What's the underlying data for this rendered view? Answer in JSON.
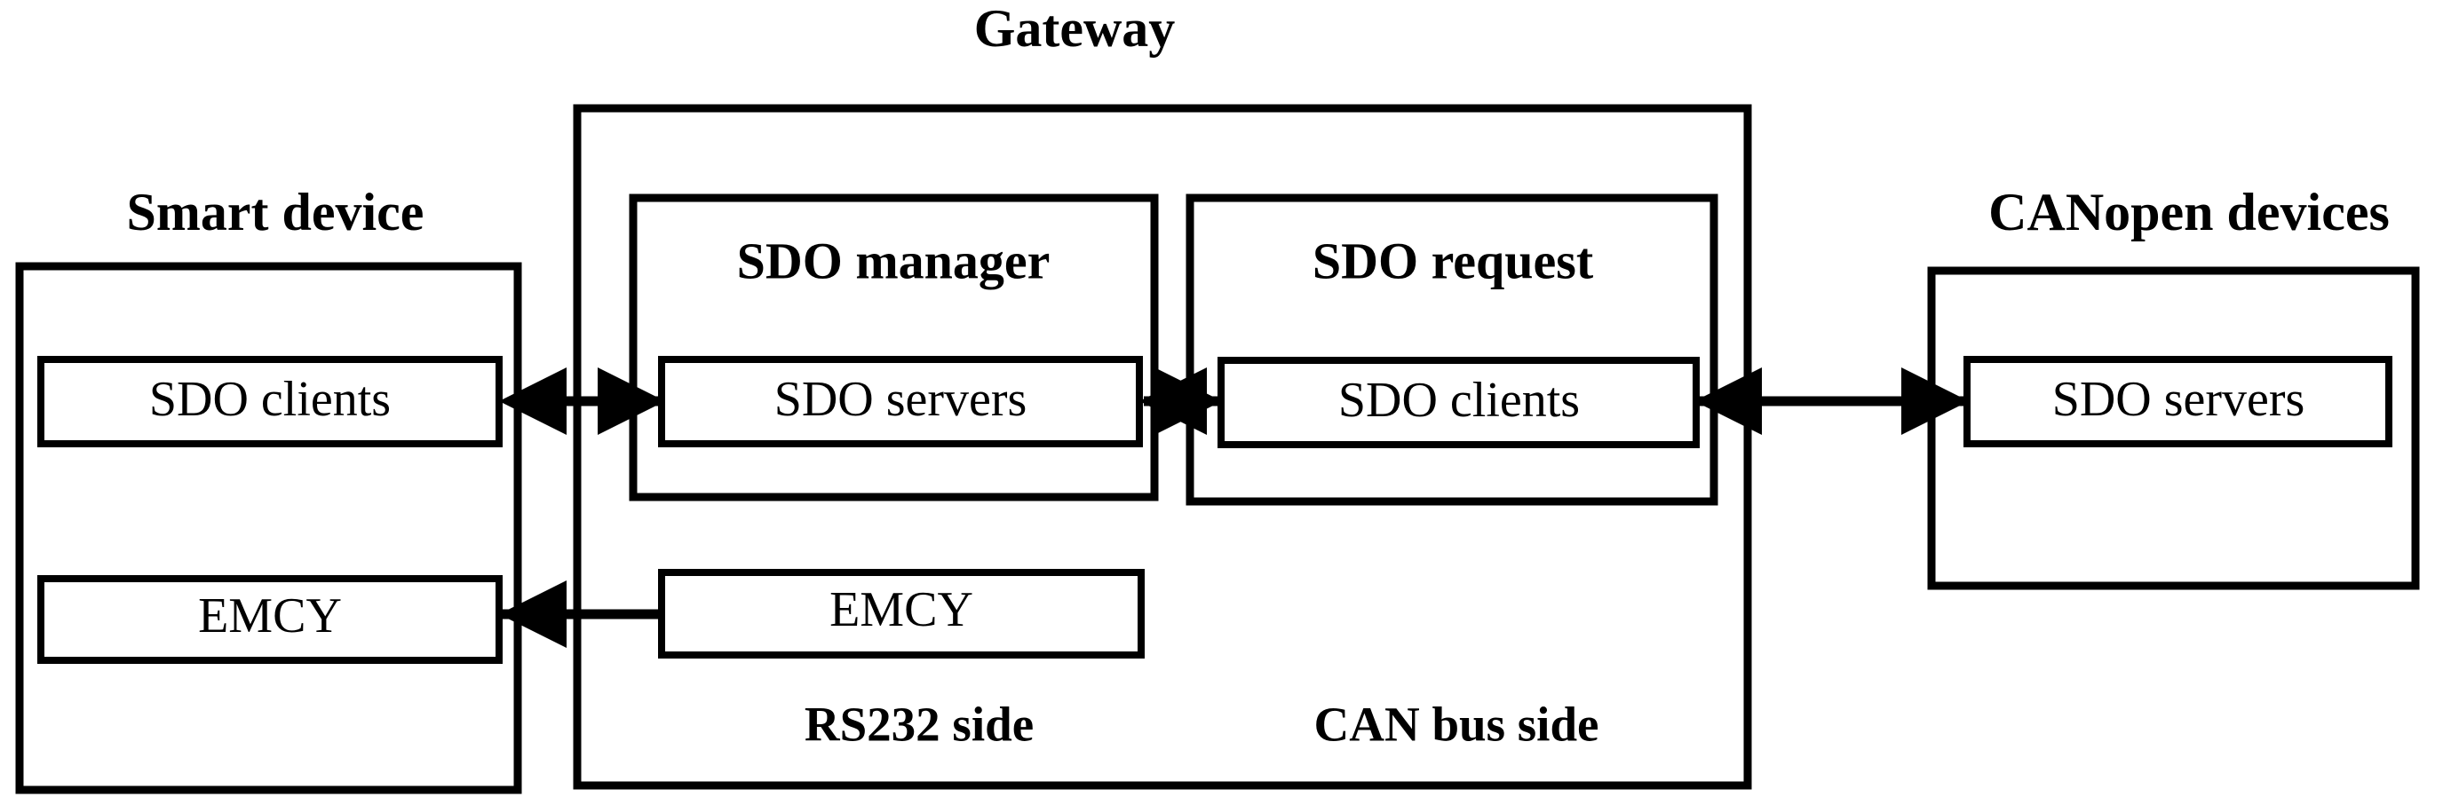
{
  "figure": {
    "type": "block-diagram",
    "title": "CANopen gateway architecture block diagram",
    "background_color": "#ffffff",
    "line_color": "#000000"
  },
  "smart_device": {
    "label": "Smart device",
    "blocks": {
      "sdo_clients": "SDO clients",
      "emcy": "EMCY"
    }
  },
  "gateway": {
    "label": "Gateway",
    "sdo_manager": {
      "label": "SDO manager",
      "inner": "SDO servers"
    },
    "sdo_request": {
      "label": "SDO request",
      "inner": "SDO clients"
    },
    "emcy": "EMCY",
    "side_labels": {
      "rs232": "RS232 side",
      "can_bus": "CAN bus side"
    }
  },
  "canopen_devices": {
    "label": "CANopen devices",
    "blocks": {
      "sdo_servers": "SDO servers"
    }
  },
  "connections": [
    {
      "name": "smart-device-to-sdo-manager",
      "from": "Smart device / SDO clients",
      "to": "Gateway / SDO manager / SDO servers",
      "direction": "bidirectional"
    },
    {
      "name": "sdo-manager-to-sdo-request",
      "from": "Gateway / SDO manager / SDO servers",
      "to": "Gateway / SDO request / SDO clients",
      "direction": "bidirectional"
    },
    {
      "name": "sdo-request-to-canopen-devices",
      "from": "Gateway / SDO request / SDO clients",
      "to": "CANopen devices / SDO servers",
      "direction": "bidirectional"
    },
    {
      "name": "gateway-emcy-to-smart-device-emcy",
      "from": "Gateway / EMCY",
      "to": "Smart device / EMCY",
      "direction": "left"
    }
  ]
}
